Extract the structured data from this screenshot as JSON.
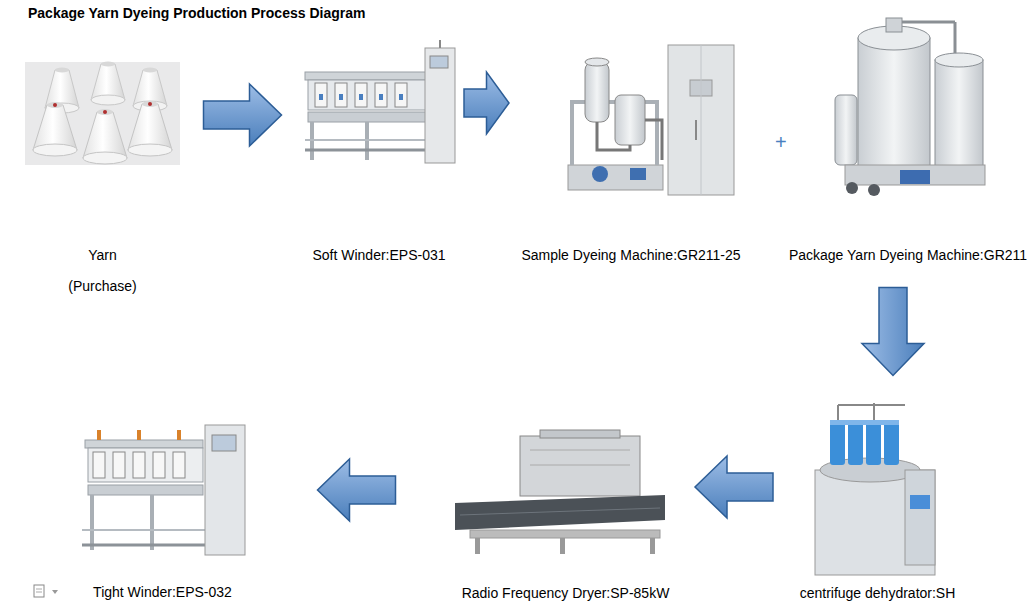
{
  "diagram": {
    "title": "Package Yarn Dyeing Production Process Diagram",
    "nodes": [
      {
        "text": [
          "Yarn",
          "(Purchase)"
        ]
      },
      {
        "text": [
          "Soft Winder:EPS-031"
        ]
      },
      {
        "text": [
          "Sample Dyeing Machine:GR211-25"
        ]
      },
      {
        "text": [
          "Package Yarn Dyeing Machine:GR211"
        ]
      },
      {
        "text": [
          "centrifuge dehydrator:SH"
        ]
      },
      {
        "text": [
          "Radio Frequency Dryer:SP-85kW"
        ]
      },
      {
        "text": [
          "Tight Winder:EPS-032"
        ]
      }
    ],
    "edges": [
      {
        "from": 0,
        "to": 1,
        "arrow": "to"
      },
      {
        "from": 1,
        "to": 2,
        "arrow": "to"
      },
      {
        "from": 3,
        "to": 4,
        "arrow": "to"
      },
      {
        "from": 4,
        "to": 5,
        "arrow": "to"
      },
      {
        "from": 5,
        "to": 6,
        "arrow": "to"
      }
    ],
    "labels": [
      "+"
    ]
  }
}
